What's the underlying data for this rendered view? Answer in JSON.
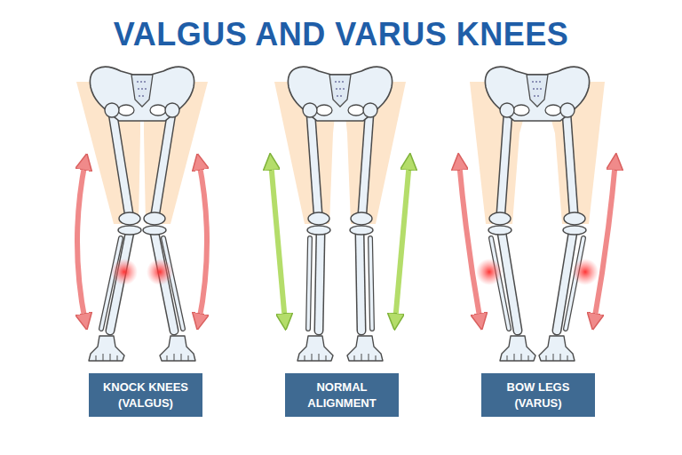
{
  "diagram": {
    "title": "VALGUS AND VARUS KNEES",
    "nodes": [
      {
        "text": [
          "KNOCK KNEES (VALGUS)"
        ]
      },
      {
        "text": [
          "NORMAL ALIGNMENT"
        ]
      },
      {
        "text": [
          "BOW LEGS (VARUS)"
        ]
      }
    ]
  }
}
